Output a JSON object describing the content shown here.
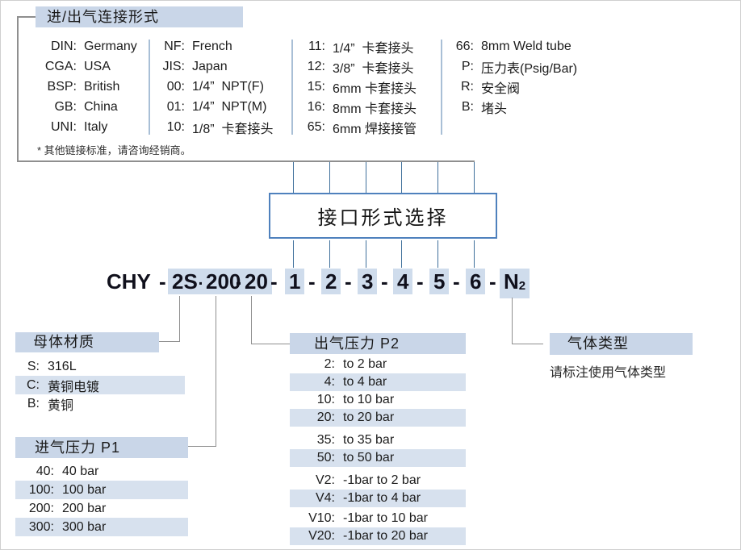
{
  "connection_section": {
    "title": "进/出气连接形式",
    "columns": {
      "col1": [
        {
          "code": "DIN:",
          "desc": "Germany"
        },
        {
          "code": "CGA:",
          "desc": "USA"
        },
        {
          "code": "BSP:",
          "desc": "British"
        },
        {
          "code": "GB:",
          "desc": "China"
        },
        {
          "code": "UNI:",
          "desc": "Italy"
        }
      ],
      "col2": [
        {
          "code": "NF:",
          "desc": "French"
        },
        {
          "code": "JIS:",
          "desc": "Japan"
        },
        {
          "code": "00:",
          "desc": "1/4”  NPT(F)"
        },
        {
          "code": "01:",
          "desc": "1/4”  NPT(M)"
        },
        {
          "code": "10:",
          "desc": "1/8”  卡套接头"
        }
      ],
      "col3": [
        {
          "code": "11:",
          "desc": "1/4”  卡套接头"
        },
        {
          "code": "12:",
          "desc": "3/8”  卡套接头"
        },
        {
          "code": "15:",
          "desc": "6mm 卡套接头"
        },
        {
          "code": "16:",
          "desc": "8mm 卡套接头"
        },
        {
          "code": "65:",
          "desc": "6mm 焊接接管"
        }
      ],
      "col4": [
        {
          "code": "66:",
          "desc": "8mm Weld tube"
        },
        {
          "code": "P:",
          "desc": "压力表(Psig/Bar)"
        },
        {
          "code": "R:",
          "desc": "安全阀"
        },
        {
          "code": "B:",
          "desc": "堵头"
        }
      ]
    },
    "footnote": "* 其他链接标准，请咨询经销商。"
  },
  "selector_box": {
    "label": "接口形式选择"
  },
  "model_code": {
    "segments": [
      {
        "text": "CHY"
      },
      {
        "text": "-"
      },
      {
        "text": "2S",
        "hl": true
      },
      {
        "text": "-"
      },
      {
        "text": "200",
        "hl": true
      },
      {
        "text": "-"
      },
      {
        "text": "20",
        "hl": true
      },
      {
        "text": "-"
      },
      {
        "text": "1",
        "hl": true
      },
      {
        "text": "-"
      },
      {
        "text": "2",
        "hl": true
      },
      {
        "text": "-"
      },
      {
        "text": "3",
        "hl": true
      },
      {
        "text": "-"
      },
      {
        "text": "4",
        "hl": true
      },
      {
        "text": "-"
      },
      {
        "text": "5",
        "hl": true
      },
      {
        "text": "-"
      },
      {
        "text": "6",
        "hl": true
      },
      {
        "text": "-"
      },
      {
        "text": "N",
        "sub": "2",
        "hl": true
      }
    ]
  },
  "body_material": {
    "title": "母体材质",
    "items": [
      {
        "code": "S:",
        "desc": "316L"
      },
      {
        "code": "C:",
        "desc": "黄铜电镀",
        "hl": true
      },
      {
        "code": "B:",
        "desc": "黄铜"
      }
    ]
  },
  "inlet_pressure": {
    "title": "进气压力 P1",
    "items": [
      {
        "code": "40:",
        "desc": "40 bar"
      },
      {
        "code": "100:",
        "desc": "100 bar",
        "hl": true
      },
      {
        "code": "200:",
        "desc": "200 bar"
      },
      {
        "code": "300:",
        "desc": "300 bar",
        "hl": true
      }
    ]
  },
  "outlet_pressure": {
    "title": "出气压力 P2",
    "items": [
      {
        "code": "2:",
        "desc": "to 2 bar"
      },
      {
        "code": "4:",
        "desc": "to 4 bar",
        "hl": true
      },
      {
        "code": "10:",
        "desc": "to 10 bar"
      },
      {
        "code": "20:",
        "desc": "to 20 bar",
        "hl": true
      },
      {
        "code": "35:",
        "desc": "to 35 bar"
      },
      {
        "code": "50:",
        "desc": "to 50 bar",
        "hl": true
      },
      {
        "code": "V2:",
        "desc": "-1bar to 2 bar"
      },
      {
        "code": "V4:",
        "desc": "-1bar to 4 bar",
        "hl": true
      },
      {
        "code": "V10:",
        "desc": "-1bar to 10 bar"
      },
      {
        "code": "V20:",
        "desc": "-1bar to 20 bar",
        "hl": true
      }
    ]
  },
  "gas_type": {
    "title": "气体类型",
    "note": "请标注使用气体类型"
  },
  "colors": {
    "highlight_header": "#c9d6e8",
    "highlight_row": "#d7e1ee",
    "box_border": "#4f81bd",
    "drop_line": "#41719c",
    "connector_gray": "#8f8f8f"
  }
}
